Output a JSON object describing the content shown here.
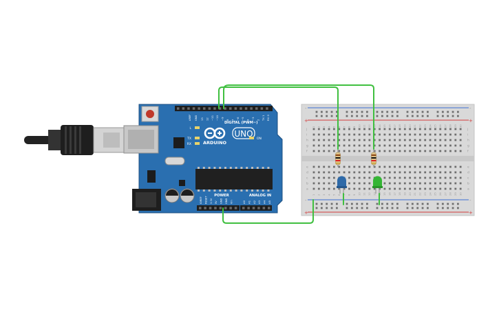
{
  "board": {
    "brand_label": "ARDUINO",
    "model_label": "UNO",
    "digital_label": "DIGITAL (PWM~)",
    "power_label": "POWER",
    "analog_label": "ANALOG IN",
    "led_l": "L",
    "led_tx": "TX",
    "led_rx": "RX",
    "led_on": "ON",
    "aref": "AREF",
    "gnd": "GND",
    "digital_pins": [
      "13",
      "12",
      "~11",
      "~10",
      "~9",
      "8",
      "7",
      "~6",
      "~5",
      "4",
      "~3",
      "2",
      "TX 1",
      "RX 0"
    ],
    "power_pins": [
      "IOREF",
      "RESET",
      "3.3V",
      "5V",
      "GND",
      "GND",
      "Vin"
    ],
    "analog_pins": [
      "A0",
      "A1",
      "A2",
      "A3",
      "A4",
      "A5"
    ]
  },
  "breadboard": {
    "columns": [
      "1",
      "2",
      "3",
      "4",
      "5",
      "6",
      "7",
      "8",
      "9",
      "10",
      "11",
      "12",
      "13",
      "14",
      "15",
      "16",
      "17",
      "18",
      "19",
      "20",
      "21",
      "22",
      "23",
      "24",
      "25",
      "26",
      "27",
      "28",
      "29",
      "30"
    ],
    "rows_top": [
      "j",
      "i",
      "h",
      "g",
      "f"
    ],
    "rows_bottom": [
      "e",
      "d",
      "c",
      "b",
      "a"
    ],
    "rail_minus": "-",
    "rail_plus": "+"
  },
  "colors": {
    "board": "#2a6fb0",
    "wire": "#3fbf3f",
    "led_blue": "#2e6aa8",
    "led_green": "#35b535",
    "rail_red": "#d23b3b",
    "rail_blue": "#3b6fd2"
  }
}
